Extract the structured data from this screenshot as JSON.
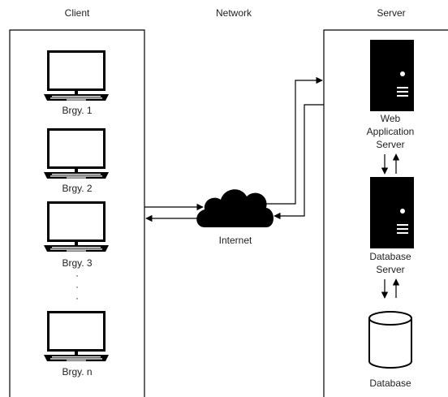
{
  "headers": {
    "client": "Client",
    "network": "Network",
    "server": "Server"
  },
  "clients": {
    "items": [
      {
        "label": "Brgy. 1"
      },
      {
        "label": "Brgy. 2"
      },
      {
        "label": "Brgy. 3"
      },
      {
        "label": "Brgy. n"
      }
    ],
    "ellipsis": [
      "·",
      "·",
      "·"
    ]
  },
  "network": {
    "cloud_label": "Internet"
  },
  "server": {
    "web_server_lines": [
      "Web",
      "Application",
      "Server"
    ],
    "db_server_lines": [
      "Database",
      "Server"
    ],
    "database_label": "Database"
  },
  "icons": {
    "client": "laptop-icon",
    "cloud": "cloud-icon",
    "server": "server-tower-icon",
    "database": "database-cylinder-icon"
  },
  "colors": {
    "line": "#000000",
    "fill": "#000000",
    "background": "#ffffff"
  }
}
